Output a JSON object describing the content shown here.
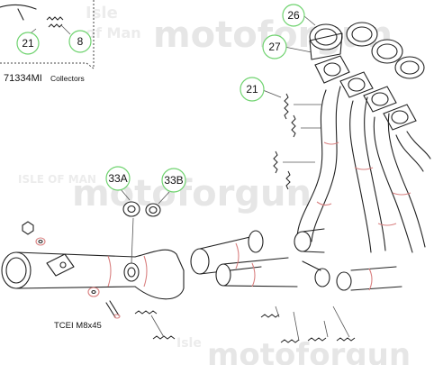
{
  "watermark": {
    "brand": "motoforgun",
    "tagline_line1": "Isle of Man",
    "tagline_line2": "Isle",
    "tagline_line3": "of Man",
    "tagline_line4": "ISLE OF MAN"
  },
  "inset": {
    "part_number": "71334MI",
    "part_name": "Collectors"
  },
  "callouts": {
    "c21_inset": "21",
    "c8_inset": "8",
    "c26": "26",
    "c27": "27",
    "c21_main": "21",
    "c33a": "33A",
    "c33b": "33B"
  },
  "labels": {
    "bolt": "TCEI M8x45"
  },
  "colors": {
    "callout_ring": "#6fd36f",
    "weld_lines": "#d98080",
    "watermark": "#e6e6e6"
  }
}
